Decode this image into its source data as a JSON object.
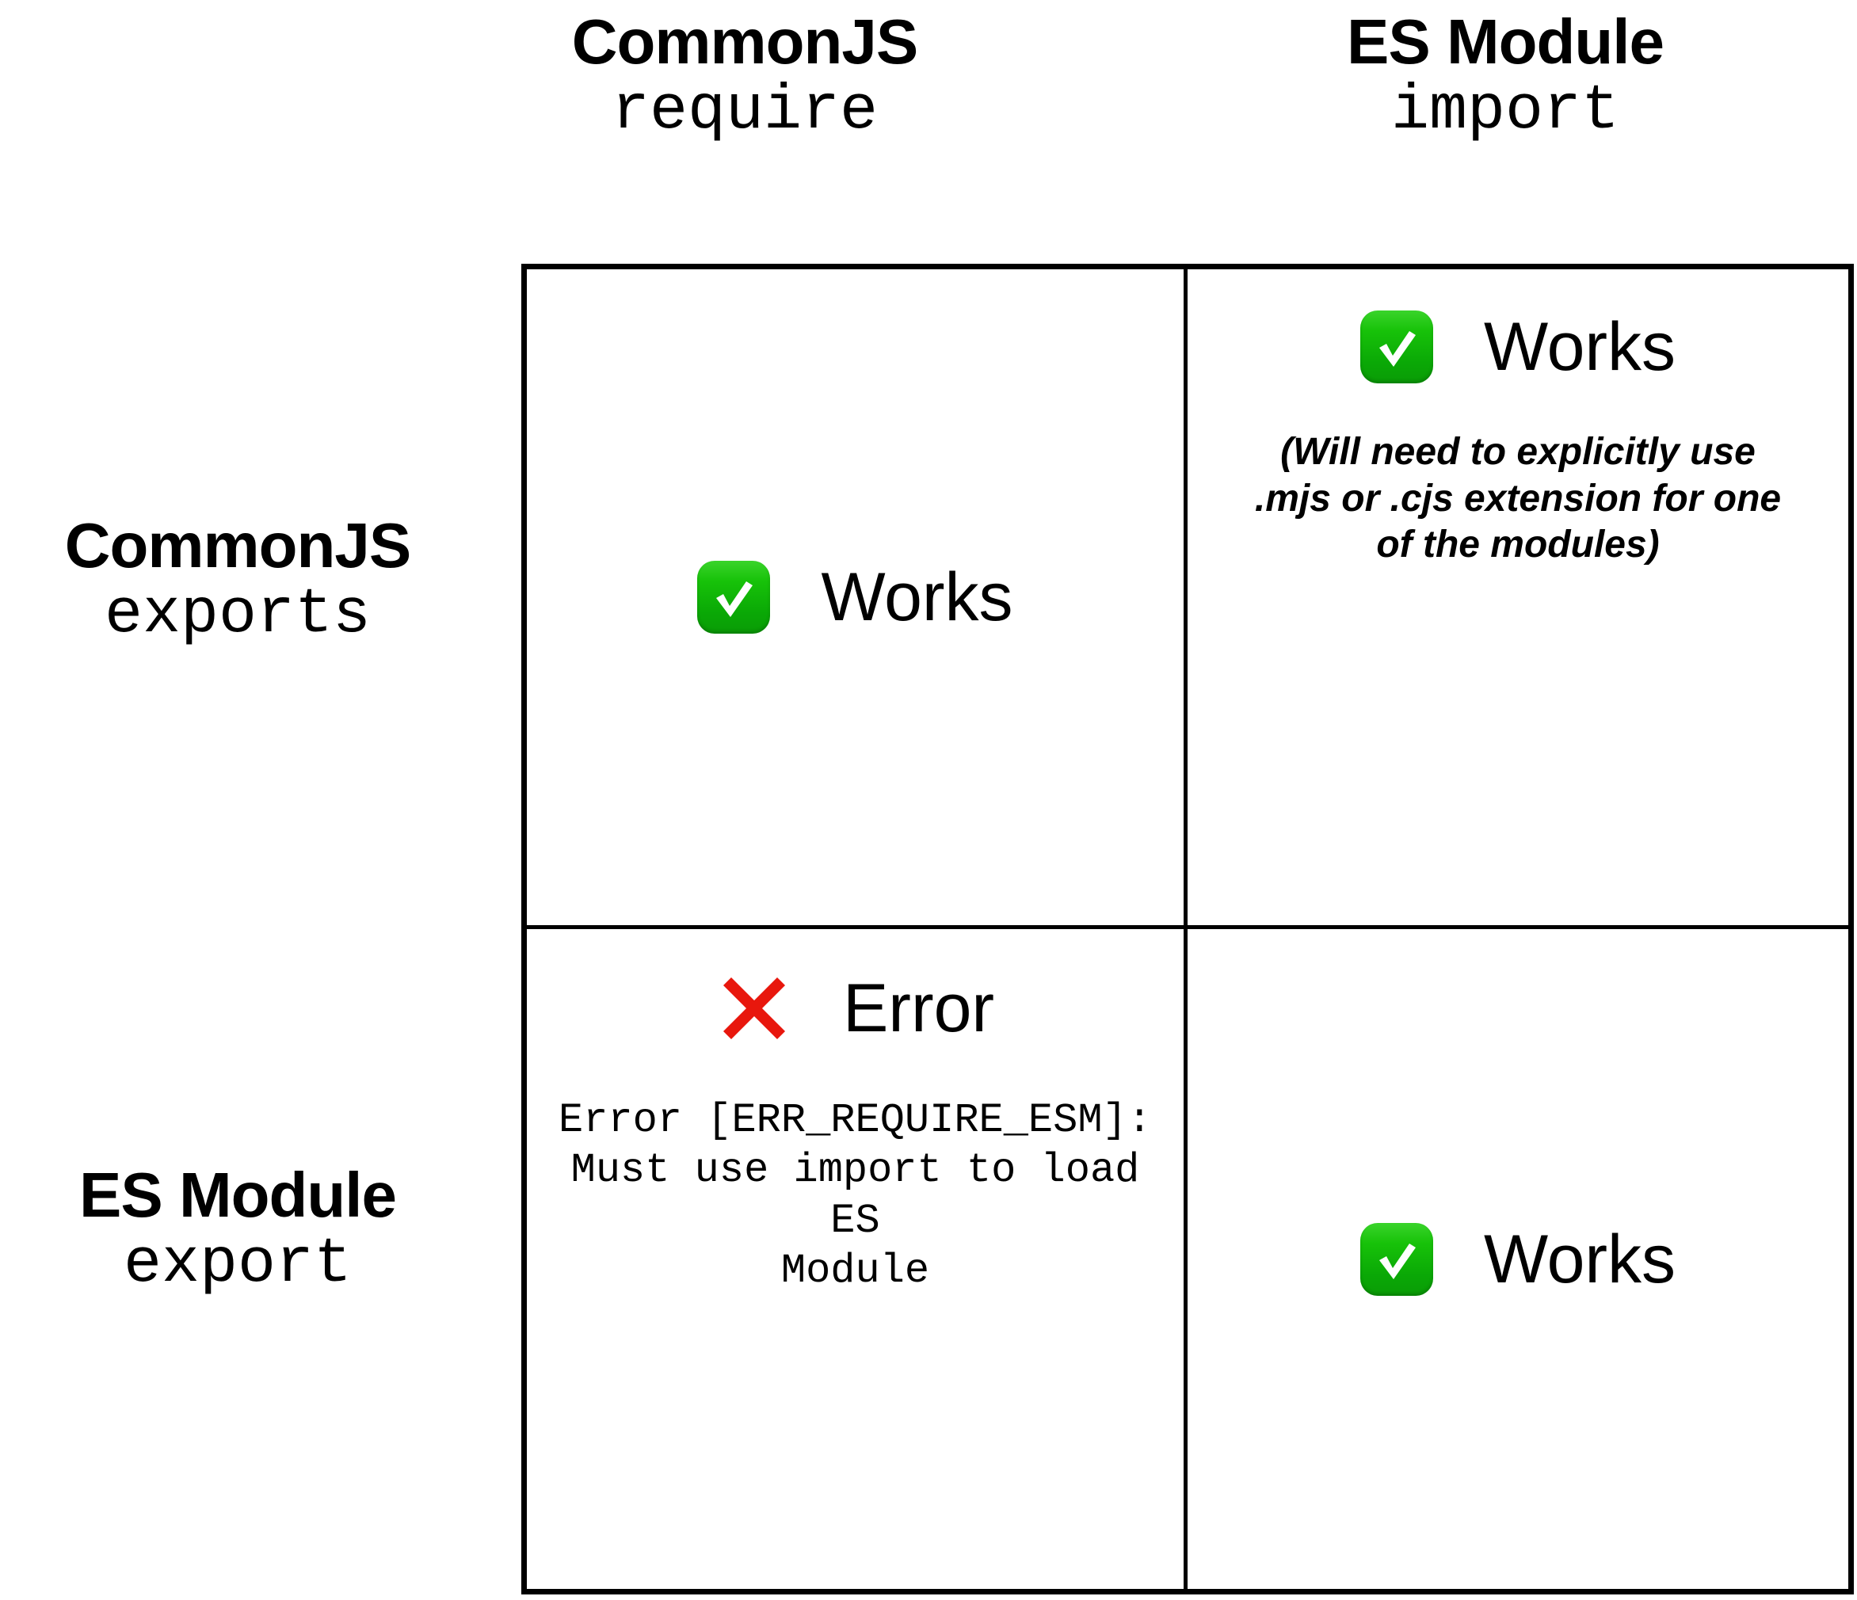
{
  "columns": [
    {
      "name": "CommonJS",
      "keyword": "require"
    },
    {
      "name": "ES Module",
      "keyword": "import"
    }
  ],
  "rows": [
    {
      "name": "CommonJS",
      "keyword": "exports"
    },
    {
      "name": "ES Module",
      "keyword": "export"
    }
  ],
  "cells": {
    "cjs_require": {
      "icon": "white-check-mark-icon",
      "status": "Works",
      "note": ""
    },
    "cjs_import": {
      "icon": "white-check-mark-icon",
      "status": "Works",
      "note": "(Will need to explicitly use .mjs or .cjs extension for one of the modules)"
    },
    "esm_require": {
      "icon": "cross-mark-icon",
      "status": "Error",
      "note": "Error [ERR_REQUIRE_ESM]:\nMust use import to load ES\nModule"
    },
    "esm_import": {
      "icon": "white-check-mark-icon",
      "status": "Works",
      "note": ""
    }
  },
  "colors": {
    "check_green_light": "#3ad42b",
    "check_green_dark": "#0a9c06",
    "cross_red": "#e8170d",
    "border": "#000000",
    "background": "#ffffff",
    "text": "#000000"
  }
}
